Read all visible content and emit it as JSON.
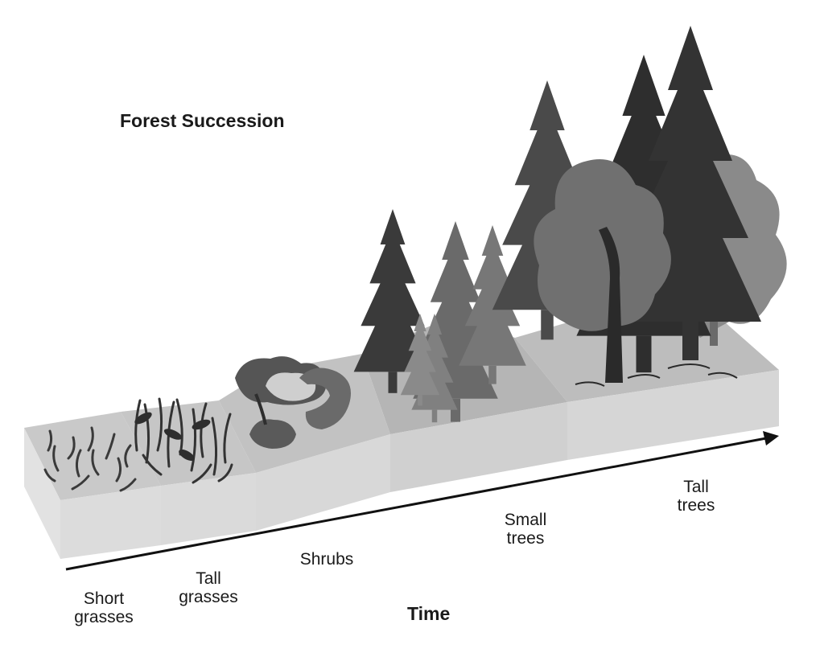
{
  "title": "Forest Succession",
  "axis_label": "Time",
  "stages": [
    {
      "line1": "Short",
      "line2": "grasses"
    },
    {
      "line1": "Tall",
      "line2": "grasses"
    },
    {
      "line1": "Shrubs",
      "line2": ""
    },
    {
      "line1": "Small",
      "line2": "trees"
    },
    {
      "line1": "Tall",
      "line2": "trees"
    }
  ],
  "colors": {
    "block_top": "#bdbdbd",
    "block_side": "#d6d6d6",
    "vegetation_dark": "#3a3a3a",
    "vegetation_mid": "#6e6e6e",
    "vegetation_light": "#9a9a9a",
    "arrow": "#111111"
  }
}
